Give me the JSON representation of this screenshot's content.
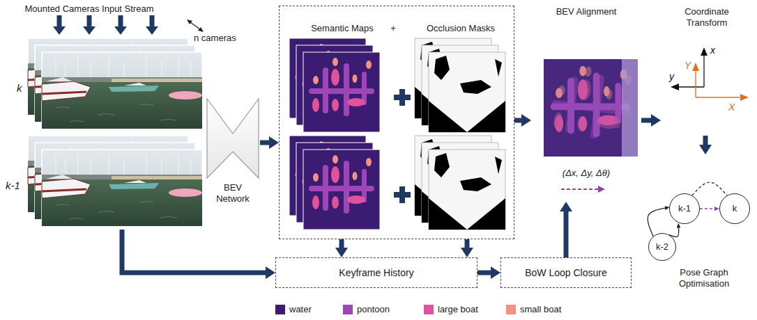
{
  "diagram": {
    "nodes": [
      {
        "text": [
          "Mounted Cameras Input Stream"
        ]
      },
      {
        "text": [
          "BEV Network"
        ]
      },
      {
        "text": [
          "Semantic Maps",
          "+",
          "Occlusion Masks"
        ]
      },
      {
        "text": [
          "BEV Alignment",
          "(Δx, Δy, Δθ)"
        ]
      },
      {
        "text": [
          "Coordinate Transform"
        ]
      },
      {
        "text": [
          "Pose Graph Optimisation"
        ]
      },
      {
        "text": [
          "k-1"
        ],
        "in": 5
      },
      {
        "text": [
          "k"
        ],
        "in": 5
      },
      {
        "text": [
          "k-2"
        ],
        "in": 5
      },
      {
        "text": [
          "Keyframe History"
        ]
      },
      {
        "text": [
          "BoW Loop Closure"
        ]
      }
    ],
    "edges": [
      {
        "from": 1,
        "to": 2,
        "arrow": "to"
      },
      {
        "from": 2,
        "to": 3,
        "arrow": "to"
      },
      {
        "from": 3,
        "to": 4,
        "arrow": "to"
      },
      {
        "from": 4,
        "to": 5,
        "arrow": "to"
      },
      {
        "from": 0,
        "to": 9,
        "arrow": "to"
      },
      {
        "from": 2,
        "to": 9,
        "arrow": "to"
      },
      {
        "from": 2,
        "to": 9,
        "arrow": "to"
      },
      {
        "from": 9,
        "to": 10,
        "arrow": "to"
      },
      {
        "from": 10,
        "to": 3,
        "arrow": "to"
      },
      {
        "from": 8,
        "to": 6,
        "arrow": "to"
      },
      {
        "from": 8,
        "to": 6,
        "arrow": "to"
      },
      {
        "from": 6,
        "to": 7,
        "arrow": "to"
      },
      {
        "from": 6,
        "to": 7,
        "arrow": "none"
      }
    ],
    "labels": [
      "k",
      "k-1",
      "n cameras",
      "x",
      "y",
      "Y",
      "X"
    ],
    "legend": [
      {
        "text": "water",
        "color": "#3b1c72"
      },
      {
        "text": "pontoon",
        "color": "#9e45b8"
      },
      {
        "text": "large boat",
        "color": "#e0529c"
      },
      {
        "text": "small boat",
        "color": "#f39280"
      }
    ]
  }
}
